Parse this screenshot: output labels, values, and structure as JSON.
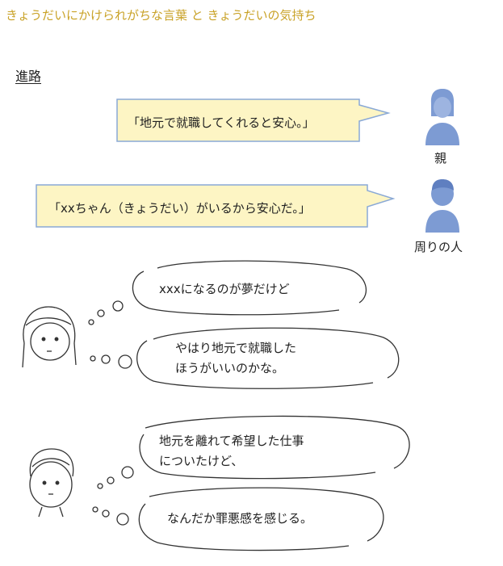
{
  "header": {
    "title": "きょうだいにかけられがちな言葉 と きょうだいの気持ち"
  },
  "section": {
    "label": "進路"
  },
  "speakers": [
    {
      "label": "親",
      "speech": "「地元で就職してくれると安心。」"
    },
    {
      "label": "周りの人",
      "speech": "「xxちゃん（きょうだい）がいるから安心だ。」"
    }
  ],
  "thoughts": {
    "girl": [
      {
        "line1": "xxxになるのが夢だけど"
      },
      {
        "line1": "やはり地元で就職した",
        "line2": "ほうがいいのかな。"
      }
    ],
    "boy": [
      {
        "line1": "地元を離れて希望した仕事",
        "line2": "についたけど、"
      },
      {
        "line1": "なんだか罪悪感を感じる。"
      }
    ]
  },
  "colors": {
    "title": "#c9a227",
    "speech_fill": "#fdf5c4",
    "speech_border": "#8aa9d6",
    "person_icon": "#7d9bd3"
  },
  "icons": [
    "person-icon-woman",
    "person-icon-man",
    "girl-face-drawing",
    "boy-face-drawing"
  ]
}
